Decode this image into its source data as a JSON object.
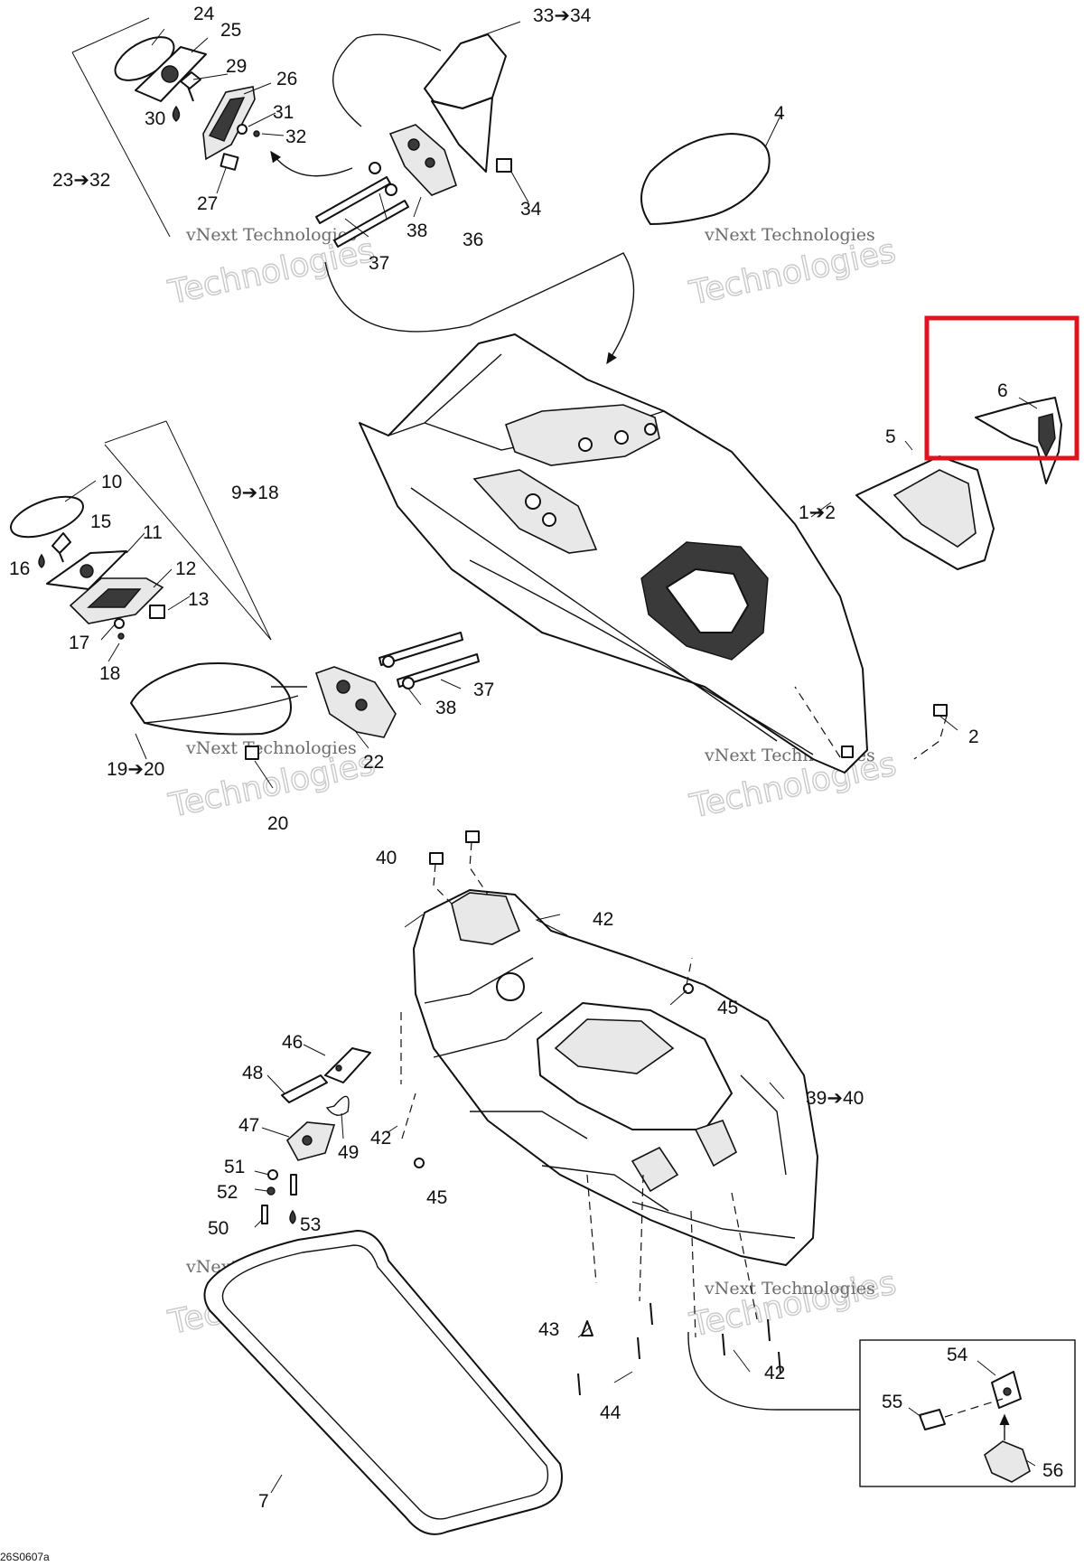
{
  "diagram_code": "26S0607a",
  "highlight_color": "#e0141e",
  "watermark": {
    "line1": "vNext Technologies",
    "line2": "Technologies"
  },
  "labels": {
    "l1_2": "1➔2",
    "l2": "2",
    "l4": "4",
    "l5": "5",
    "l6": "6",
    "l7": "7",
    "l9_18": "9➔18",
    "l10": "10",
    "l11": "11",
    "l12": "12",
    "l13": "13",
    "l15": "15",
    "l16": "16",
    "l17": "17",
    "l18": "18",
    "l19_20": "19➔20",
    "l20": "20",
    "l22": "22",
    "l23_32": "23➔32",
    "l24": "24",
    "l25": "25",
    "l26": "26",
    "l27": "27",
    "l29": "29",
    "l30": "30",
    "l31": "31",
    "l32": "32",
    "l33_34": "33➔34",
    "l34": "34",
    "l36": "36",
    "l37a": "37",
    "l37b": "37",
    "l38a": "38",
    "l38b": "38",
    "l39_40": "39➔40",
    "l40": "40",
    "l42a": "42",
    "l42b": "42",
    "l42c": "42",
    "l43": "43",
    "l44": "44",
    "l45a": "45",
    "l45b": "45",
    "l46": "46",
    "l47": "47",
    "l48": "48",
    "l49": "49",
    "l50": "50",
    "l51": "51",
    "l52": "52",
    "l53": "53",
    "l54": "54",
    "l55": "55",
    "l56": "56"
  }
}
